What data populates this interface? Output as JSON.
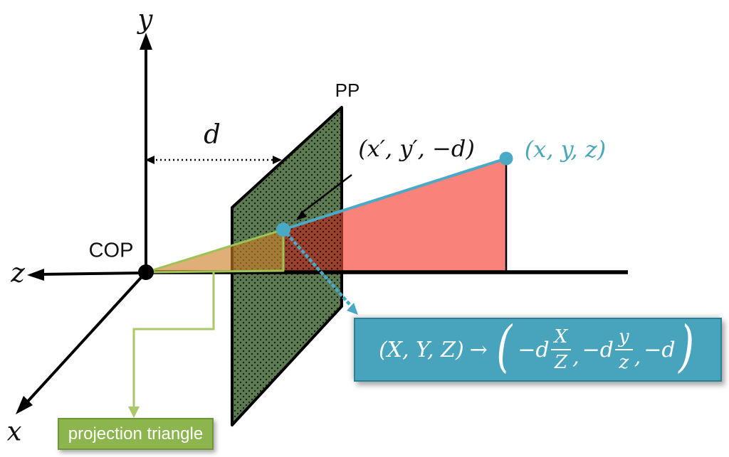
{
  "labels": {
    "y_axis": "y",
    "z_axis": "z",
    "x_axis": "x",
    "distance": "d",
    "cop": "COP",
    "pp": "PP",
    "projected_point": "(x′, y′, −d)",
    "world_point": "(x, y, z)",
    "triangle_callout": "projection triangle"
  },
  "formula": {
    "lhs": "(X, Y, Z)",
    "maps_to": "→",
    "paren_open": "(",
    "coeff1": "−d",
    "frac1_num": "X",
    "frac1_den": "Z",
    "sep1": ",",
    "coeff2": "−d",
    "frac2_num": "y",
    "frac2_den": "z",
    "sep2": ",",
    "last_term": "−d",
    "paren_close": ")"
  },
  "colors": {
    "plane_green": "#5C7B51",
    "plane_edge": "#000000",
    "dark_red_overlap": "#A33A28",
    "pink_region": "#F9827B",
    "cyan": "#4AA9C4",
    "world_point_label": "#4BA8BC",
    "triangle_fill": "rgba(205,125,35,0.62)",
    "triangle_stroke": "#9CC356",
    "connector_green": "#A9C96B",
    "green_box_fill": "#8DB54E",
    "green_box_border": "#6F9639",
    "teal_box_fill": "#47A4BC",
    "teal_box_border": "#2A7F97",
    "axis_black": "#000000"
  }
}
